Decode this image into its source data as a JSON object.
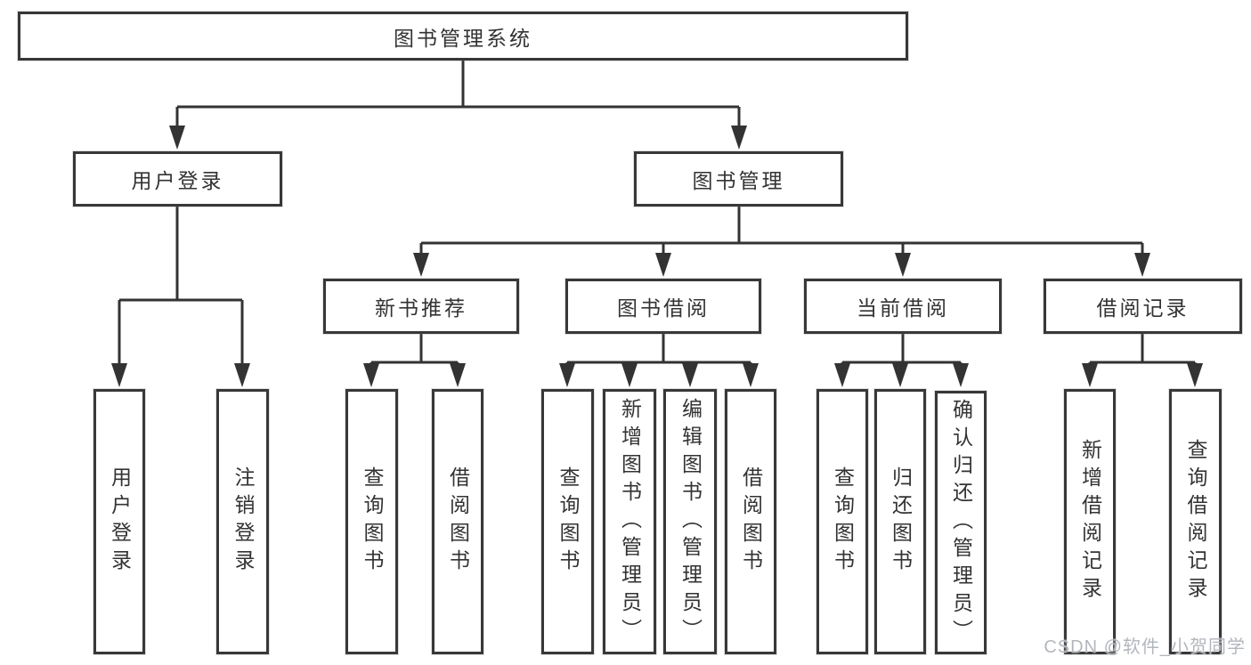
{
  "diagram": {
    "title": "图书管理系统",
    "watermark": "CSDN @软件_小贺同学",
    "colors": {
      "line": "#333333",
      "box_border": "#383838",
      "box_bg": "#ffffff",
      "text": "#333333",
      "watermark": "#b2b6bd"
    },
    "nodes": {
      "root": {
        "label": "图书管理系统"
      },
      "user_login": {
        "label": "用户登录"
      },
      "book_mgmt": {
        "label": "图书管理"
      },
      "new_book_rec": {
        "label": "新书推荐"
      },
      "book_borrow": {
        "label": "图书借阅"
      },
      "current_borrow": {
        "label": "当前借阅"
      },
      "borrow_records": {
        "label": "借阅记录"
      },
      "login_user": {
        "label": "用户登录"
      },
      "login_logout": {
        "label": "注销登录"
      },
      "rec_query_books": {
        "label": "查询图书"
      },
      "rec_borrow_books": {
        "label": "借阅图书"
      },
      "bb_query_books": {
        "label": "查询图书"
      },
      "bb_add_books": {
        "label": "新增图书（管理员）"
      },
      "bb_edit_books": {
        "label": "编辑图书（管理员）"
      },
      "bb_borrow_books": {
        "label": "借阅图书"
      },
      "cb_query_books": {
        "label": "查询图书"
      },
      "cb_return_books": {
        "label": "归还图书"
      },
      "cb_confirm_return": {
        "label": "确认归还（管理员）"
      },
      "br_add_record": {
        "label": "新增借阅记录"
      },
      "br_query_record": {
        "label": "查询借阅记录"
      }
    },
    "edges": [
      {
        "from": "root",
        "to": "user_login"
      },
      {
        "from": "root",
        "to": "book_mgmt"
      },
      {
        "from": "user_login",
        "to": "login_user"
      },
      {
        "from": "user_login",
        "to": "login_logout"
      },
      {
        "from": "book_mgmt",
        "to": "new_book_rec"
      },
      {
        "from": "book_mgmt",
        "to": "book_borrow"
      },
      {
        "from": "book_mgmt",
        "to": "current_borrow"
      },
      {
        "from": "book_mgmt",
        "to": "borrow_records"
      },
      {
        "from": "new_book_rec",
        "to": "rec_query_books"
      },
      {
        "from": "new_book_rec",
        "to": "rec_borrow_books"
      },
      {
        "from": "book_borrow",
        "to": "bb_query_books"
      },
      {
        "from": "book_borrow",
        "to": "bb_add_books"
      },
      {
        "from": "book_borrow",
        "to": "bb_edit_books"
      },
      {
        "from": "book_borrow",
        "to": "bb_borrow_books"
      },
      {
        "from": "current_borrow",
        "to": "cb_query_books"
      },
      {
        "from": "current_borrow",
        "to": "cb_return_books"
      },
      {
        "from": "current_borrow",
        "to": "cb_confirm_return"
      },
      {
        "from": "borrow_records",
        "to": "br_add_record"
      },
      {
        "from": "borrow_records",
        "to": "br_query_record"
      }
    ]
  }
}
